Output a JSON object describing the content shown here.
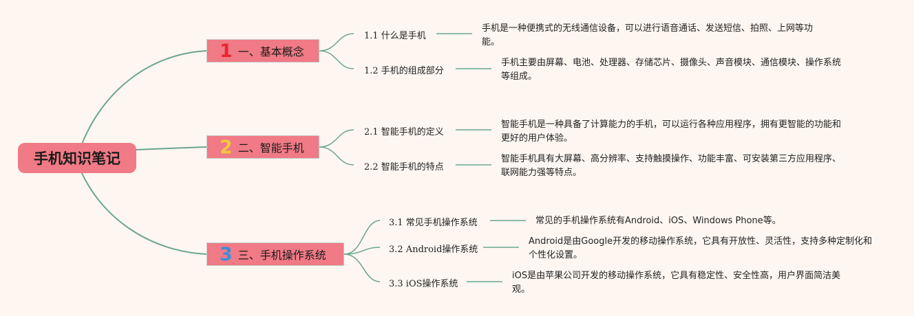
{
  "title": "手机知识笔记",
  "colors": {
    "node_fill": "#f07a85",
    "line": "#6aa58f",
    "background": "#fdf6f1",
    "num_1": "#e8262f",
    "num_2": "#f4c542",
    "num_3": "#3e8ed8"
  },
  "branches": [
    {
      "number": "1",
      "label": "一、基本概念",
      "children": [
        {
          "label": "1.1 什么是手机",
          "desc": "手机是一种便携式的无线通信设备，可以进行语音通话、发送短信、拍照、上网等功能。"
        },
        {
          "label": "1.2 手机的组成部分",
          "desc": "手机主要由屏幕、电池、处理器、存储芯片、摄像头、声音模块、通信模块、操作系统等组成。"
        }
      ]
    },
    {
      "number": "2",
      "label": "二、智能手机",
      "children": [
        {
          "label": "2.1 智能手机的定义",
          "desc": "智能手机是一种具备了计算能力的手机，可以运行各种应用程序，拥有更智能的功能和更好的用户体验。"
        },
        {
          "label": "2.2 智能手机的特点",
          "desc": "智能手机具有大屏幕、高分辨率、支持触摸操作、功能丰富、可安装第三方应用程序、联网能力强等特点。"
        }
      ]
    },
    {
      "number": "3",
      "label": "三、手机操作系统",
      "children": [
        {
          "label": "3.1 常见手机操作系统",
          "desc": "常见的手机操作系统有Android、iOS、Windows Phone等。"
        },
        {
          "label": "3.2 Android操作系统",
          "desc": "Android是由Google开发的移动操作系统，它具有开放性、灵活性，支持多种定制化和个性化设置。"
        },
        {
          "label": "3.3 iOS操作系统",
          "desc": "iOS是由苹果公司开发的移动操作系统，它具有稳定性、安全性高，用户界面简洁美观。"
        }
      ]
    }
  ]
}
